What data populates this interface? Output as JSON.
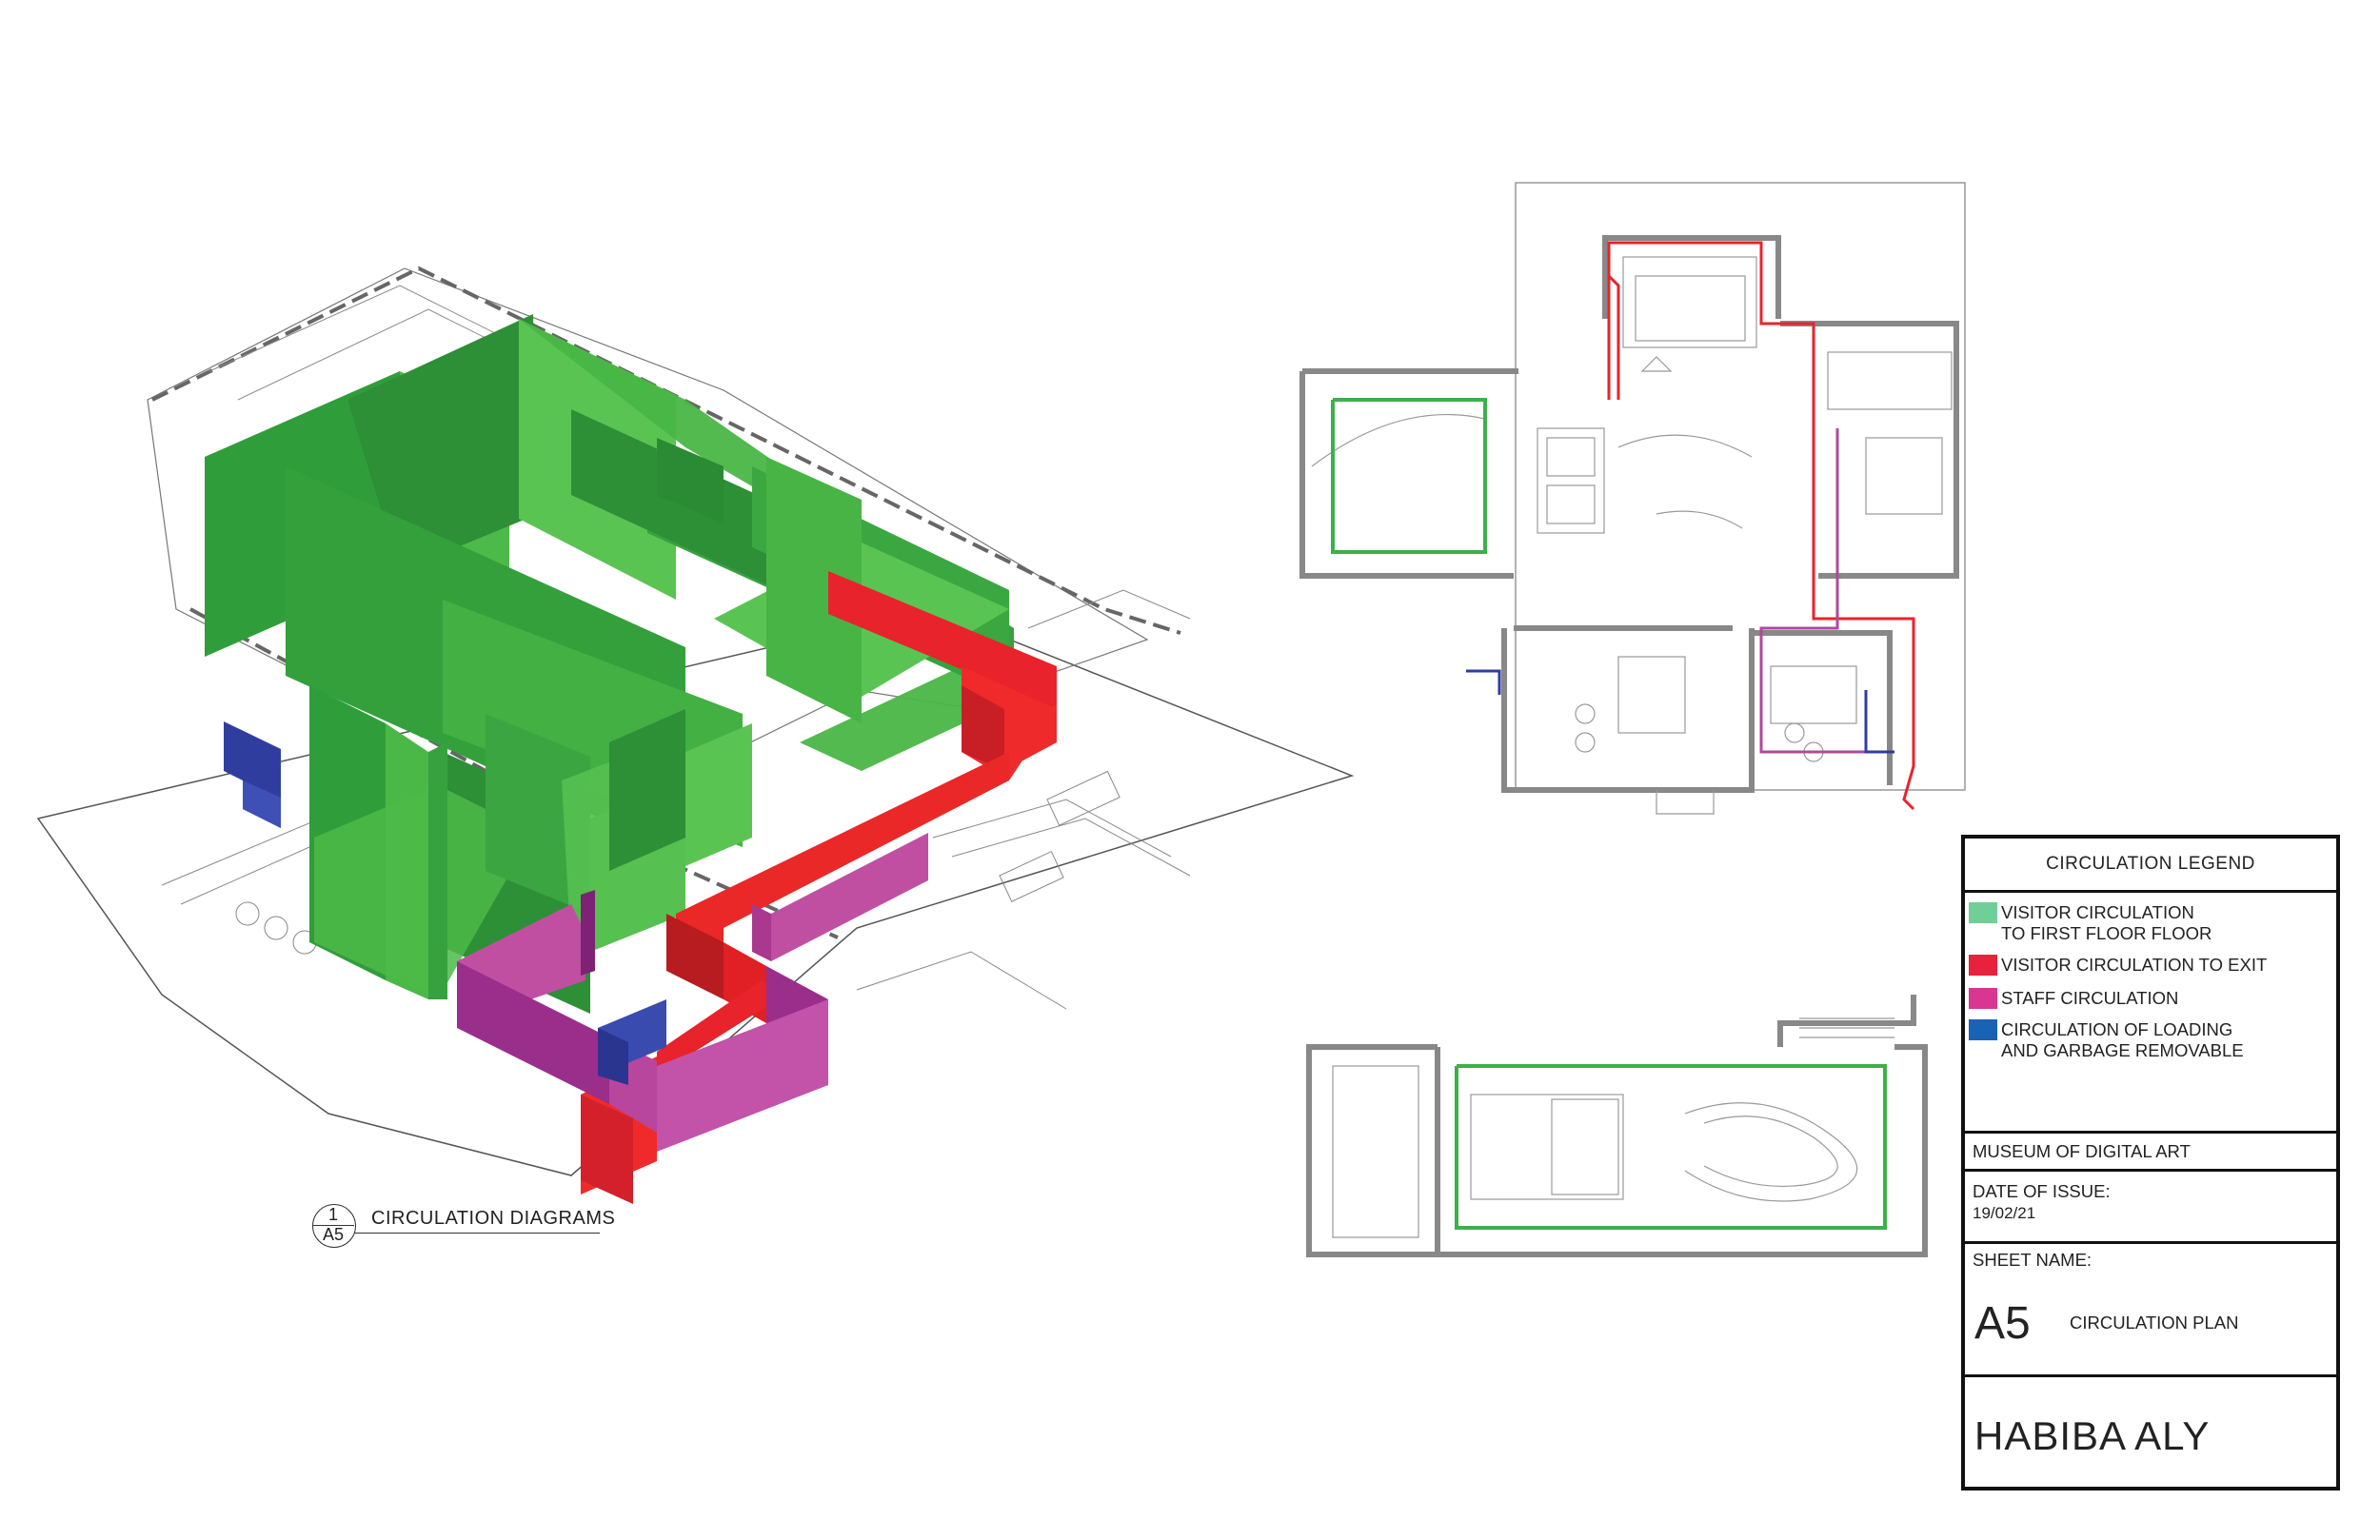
{
  "drawing": {
    "callout_number": "1",
    "callout_sheet": "A5",
    "callout_title": "CIRCULATION DIAGRAMS"
  },
  "colors": {
    "visitor_first_floor": "#3cb04a",
    "visitor_exit": "#e8232b",
    "staff": "#b0489e",
    "loading": "#2f3e9e",
    "linework": "#555555"
  },
  "title_block": {
    "legend_title": "CIRCULATION LEGEND",
    "legend": [
      {
        "label": "VISITOR CIRCULATION\nTO FIRST FLOOR FLOOR",
        "color": "#6fcf97"
      },
      {
        "label": "VISITOR CIRCULATION TO EXIT",
        "color": "#e8223d"
      },
      {
        "label": "STAFF CIRCULATION",
        "color": "#d93691"
      },
      {
        "label": "CIRCULATION OF LOADING\nAND GARBAGE REMOVABLE",
        "color": "#1a62b5"
      }
    ],
    "project": "MUSEUM OF DIGITAL ART",
    "date_label": "DATE OF ISSUE:",
    "date_value": "19/02/21",
    "sheet_label": "SHEET NAME:",
    "sheet_number": "A5",
    "sheet_title": "CIRCULATION PLAN",
    "author": "HABIBA ALY"
  }
}
